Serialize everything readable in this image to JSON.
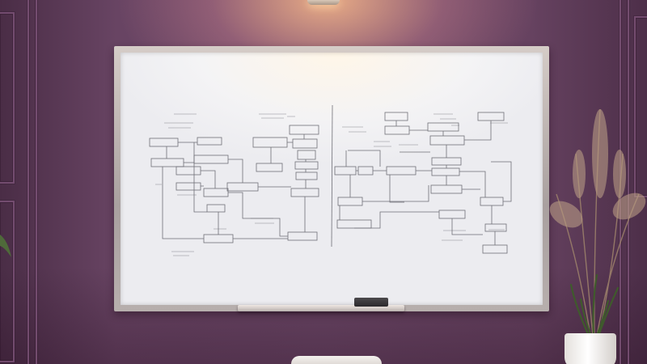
{
  "scene": {
    "objects": [
      "whiteboard",
      "flowchart-sketch",
      "eraser",
      "marker-tray",
      "ceiling-lamp",
      "pampas-grass-plant",
      "white-planter",
      "chair-back",
      "wall-panels"
    ],
    "colors": {
      "wall": "#6b4766",
      "board": "#f2f2f4",
      "frame": "#b7afad",
      "ink": "#5a5a62",
      "planter": "#f4f2f0"
    }
  }
}
